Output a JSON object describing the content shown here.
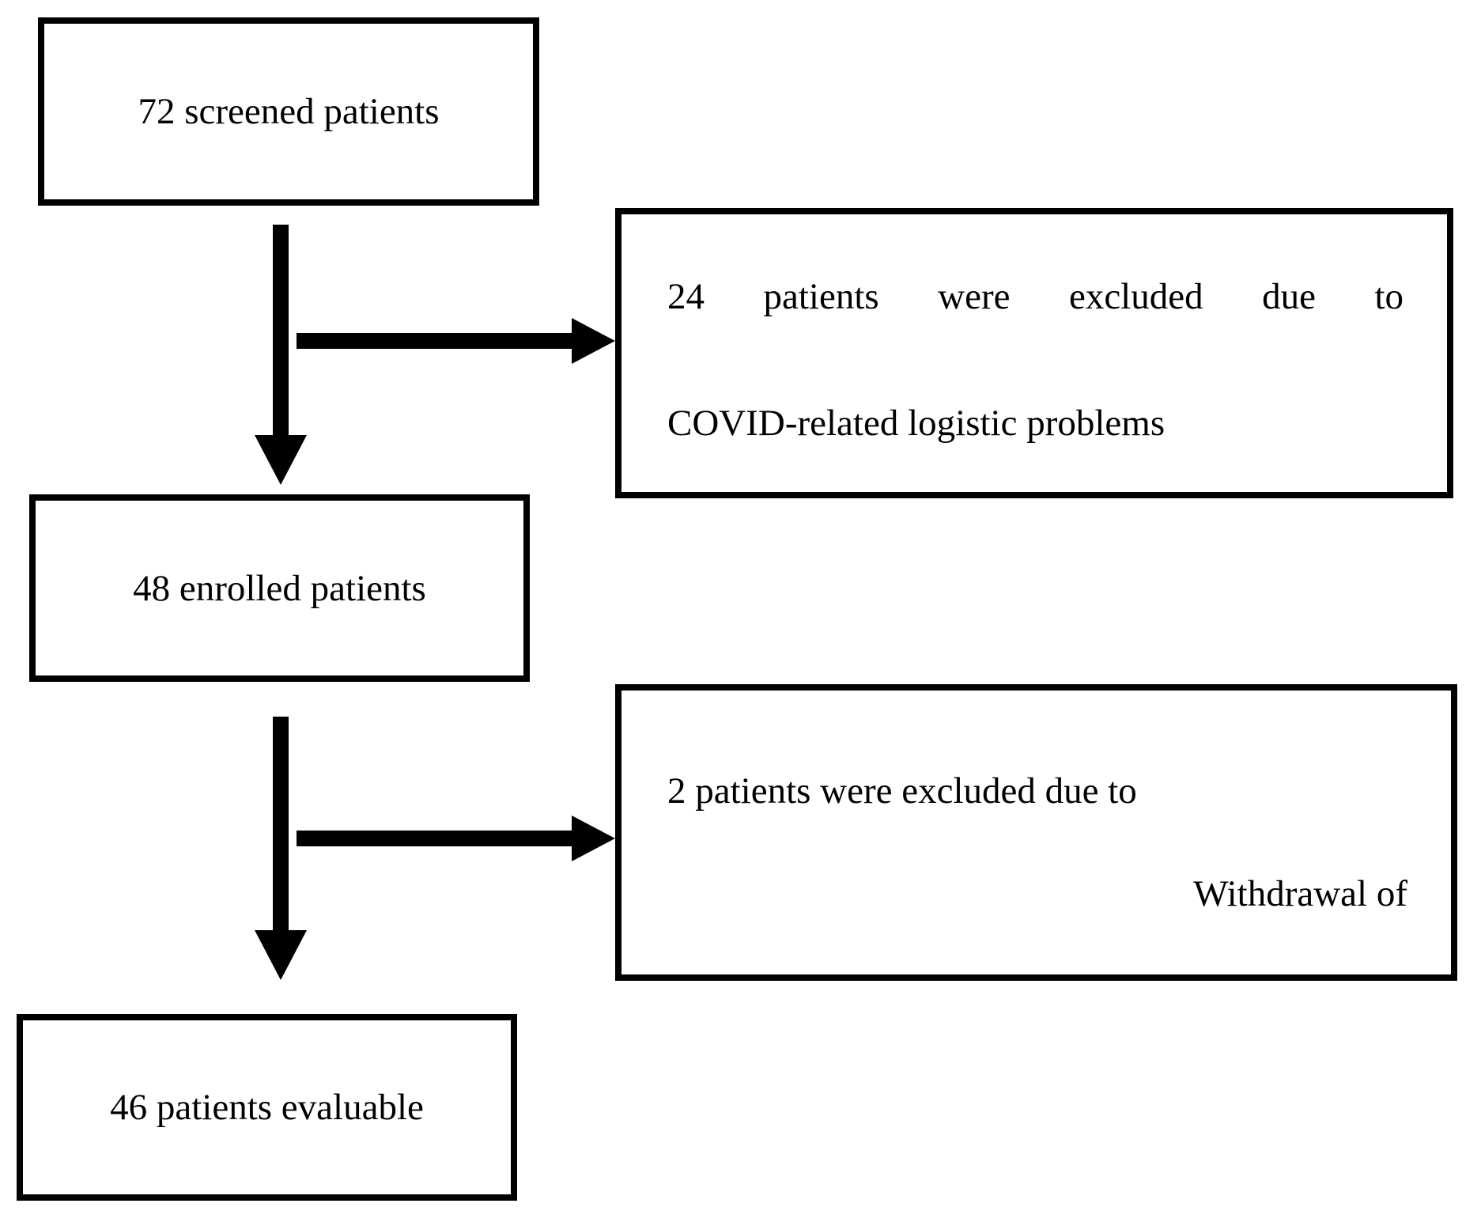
{
  "diagram": {
    "type": "patient-flow-diagram",
    "colors": {
      "background": "#ffffff",
      "border": "#000000",
      "text": "#000000",
      "arrow": "#000000"
    },
    "boxes": {
      "screened": {
        "text": "72 screened patients"
      },
      "excluded_covid": {
        "line1": "24 patients were excluded due to",
        "line2": "COVID-related logistic problems"
      },
      "enrolled": {
        "text": "48 enrolled patients"
      },
      "excluded_withdrawal": {
        "line1": "2 patients were excluded due to",
        "line2": "Withdrawal of"
      },
      "evaluable": {
        "text": "46 patients evaluable"
      }
    },
    "flow": [
      "screened -> enrolled",
      "screened -> excluded_covid",
      "enrolled -> evaluable",
      "enrolled -> excluded_withdrawal"
    ]
  }
}
